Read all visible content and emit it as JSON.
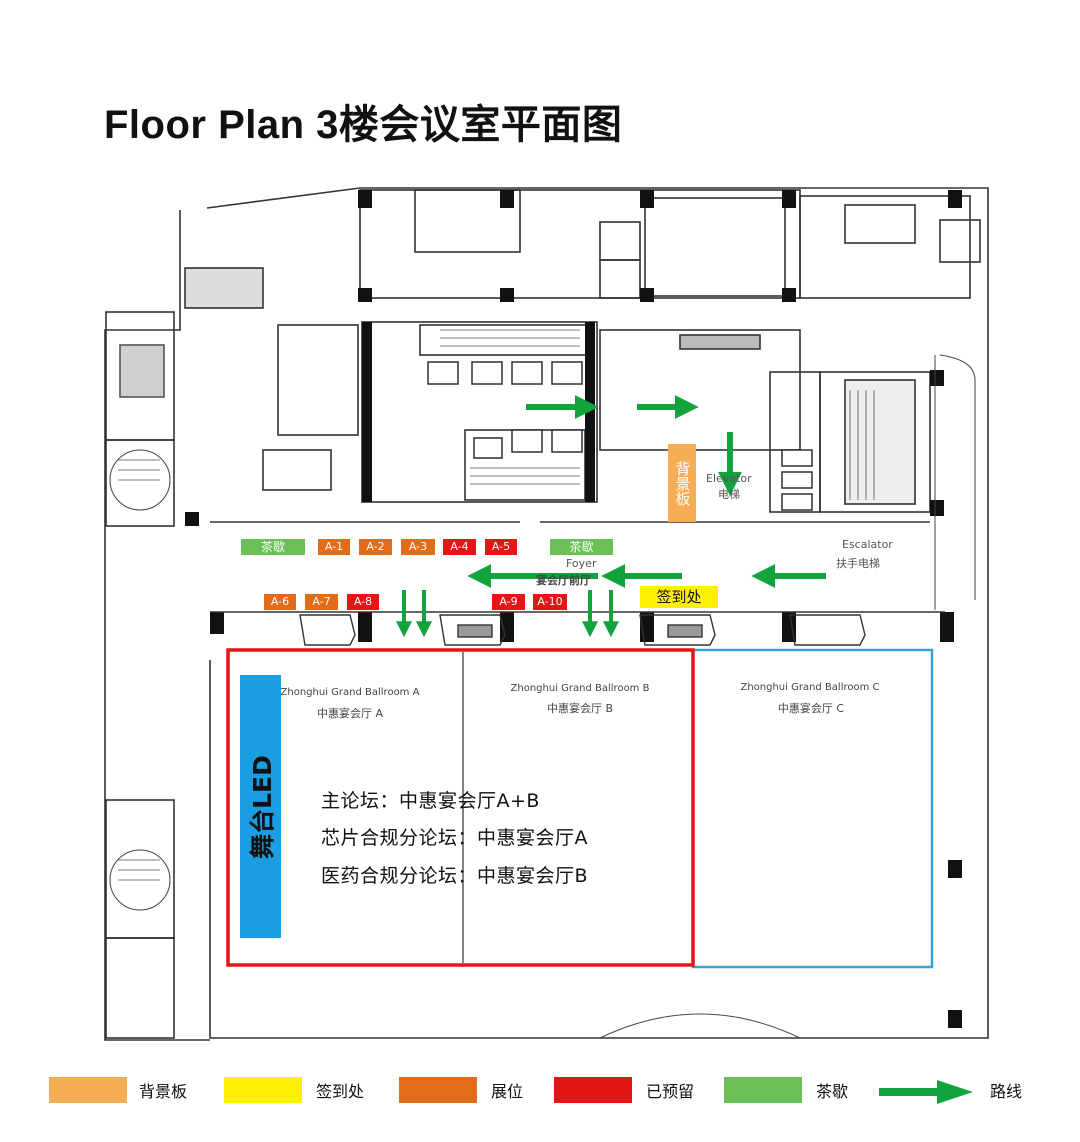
{
  "title": "Floor Plan 3楼会议室平面图",
  "colors": {
    "background_board": "#f5ad56",
    "sign_in": "#ffef00",
    "booth": "#e36c1a",
    "reserved": "#e31515",
    "tea_break": "#6bbf59",
    "route": "#12a33c",
    "reserved_outline": "#e31515",
    "hall_c_outline": "#3aa0d8",
    "led_stage": "#1b9de2"
  },
  "plan_labels": {
    "elevator_en": "Elevator",
    "elevator_cn": "电梯",
    "escalator_en": "Escalator",
    "escalator_cn": "扶手电梯",
    "foyer_en": "Foyer",
    "foyer_cn": "宴会厅前厅"
  },
  "background_board": "背景板",
  "sign_in": "签到处",
  "tea_breaks": [
    "茶歇",
    "茶歇"
  ],
  "booths_row1": [
    {
      "id": "A-1",
      "status": "booth"
    },
    {
      "id": "A-2",
      "status": "booth"
    },
    {
      "id": "A-3",
      "status": "booth"
    },
    {
      "id": "A-4",
      "status": "reserved"
    },
    {
      "id": "A-5",
      "status": "reserved"
    }
  ],
  "booths_row2": [
    {
      "id": "A-6",
      "status": "booth"
    },
    {
      "id": "A-7",
      "status": "booth"
    },
    {
      "id": "A-8",
      "status": "reserved"
    },
    {
      "id": "A-9",
      "status": "reserved"
    },
    {
      "id": "A-10",
      "status": "reserved"
    }
  ],
  "halls": [
    {
      "en": "Zhonghui Grand Ballroom A",
      "cn": "中惠宴会厅 A"
    },
    {
      "en": "Zhonghui Grand Ballroom B",
      "cn": "中惠宴会厅 B"
    },
    {
      "en": "Zhonghui Grand Ballroom C",
      "cn": "中惠宴会厅 C"
    }
  ],
  "stage_label": "舞台LED",
  "forums": [
    "主论坛：中惠宴会厅A+B",
    "芯片合规分论坛：中惠宴会厅A",
    "医药合规分论坛：中惠宴会厅B"
  ],
  "legend": [
    {
      "label": "背景板",
      "color": "#f5ad56"
    },
    {
      "label": "签到处",
      "color": "#ffef00"
    },
    {
      "label": "展位",
      "color": "#e36c1a"
    },
    {
      "label": "已预留",
      "color": "#e31515"
    },
    {
      "label": "茶歇",
      "color": "#6bbf59"
    },
    {
      "label": "路线",
      "icon": "route-arrow-icon"
    }
  ]
}
